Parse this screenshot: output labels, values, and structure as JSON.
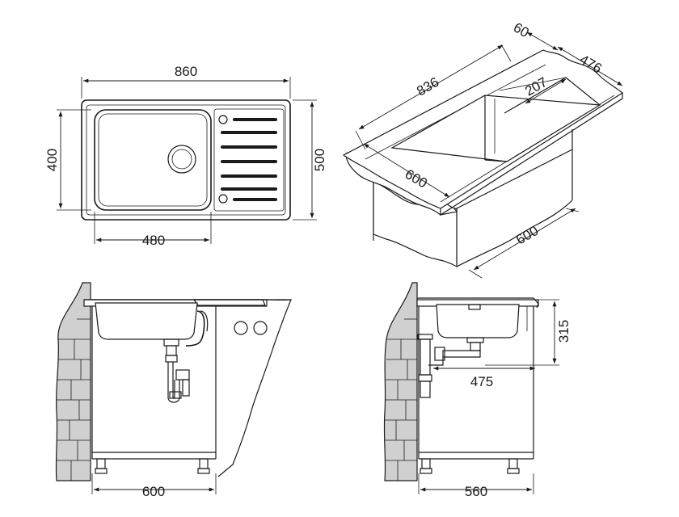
{
  "dimensions": {
    "top_width": "860",
    "top_height_inner": "400",
    "top_height_outer": "500",
    "bowl_width": "480",
    "iso_length": "836",
    "iso_flange": "60",
    "iso_depth": "476",
    "iso_bowl_depth": "207",
    "iso_cabinet_front": "600",
    "iso_cabinet_side": "600",
    "front_cabinet_width": "600",
    "side_cabinet_width": "560",
    "side_height": "315",
    "side_drain_offset": "475"
  },
  "colors": {
    "line": "#1a1a1a",
    "background": "#ffffff",
    "wall": "#d0d0d0"
  }
}
